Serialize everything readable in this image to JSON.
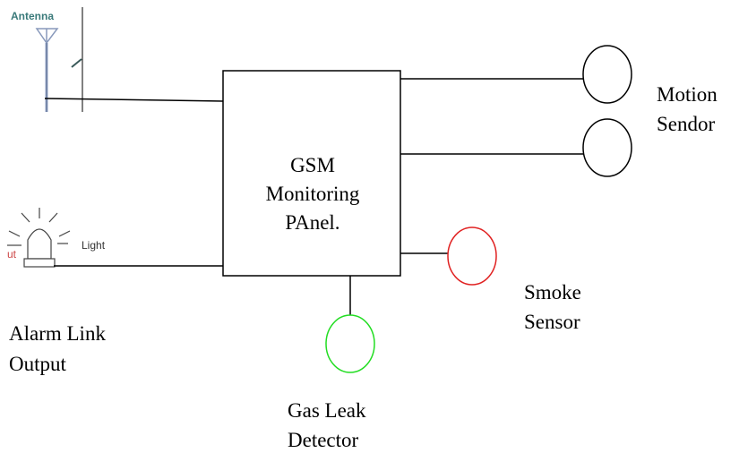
{
  "panel": {
    "lines": [
      "GSM",
      "Monitoring",
      "PAnel."
    ]
  },
  "antenna": {
    "label": "Antenna"
  },
  "light": {
    "label": "Light",
    "out_label": "ut"
  },
  "labels": {
    "motion": [
      "Motion",
      "Sendor"
    ],
    "smoke": [
      "Smoke",
      "Sensor"
    ],
    "gas": [
      "Gas Leak",
      "Detector"
    ],
    "alarm": [
      "Alarm Link",
      "Output"
    ]
  },
  "colors": {
    "line": "#000000",
    "smoke_sensor": "#e02020",
    "gas_sensor": "#22dd22",
    "motion_sensor": "#000000",
    "antenna": "#8899bb"
  }
}
